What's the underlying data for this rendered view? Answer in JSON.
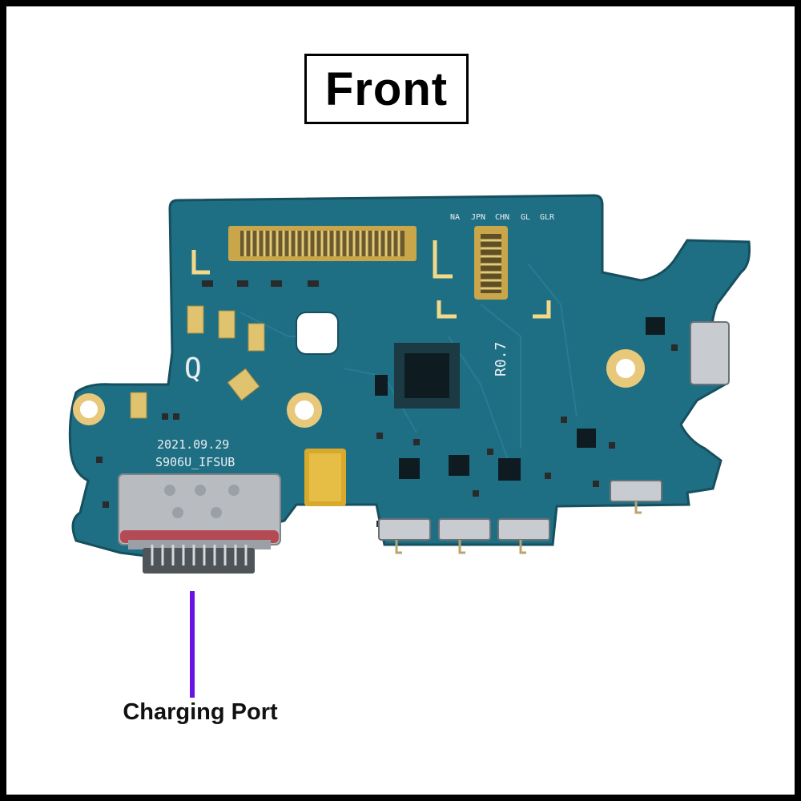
{
  "title": "Front",
  "board": {
    "date_code": "2021.09.29",
    "model_code": "S906U_IFSUB",
    "revision": "R0.7",
    "region_labels": [
      "NA",
      "JPN",
      "CHN",
      "GL",
      "GLR"
    ],
    "q_mark": "Q"
  },
  "annotation": {
    "label": "Charging Port",
    "pointer_color": "#6a12e6"
  },
  "colors": {
    "pcb": "#1d6b80",
    "pcb_dark": "#175a6c",
    "copper": "#e8c87a",
    "connector_gold": "#c9a64a"
  }
}
